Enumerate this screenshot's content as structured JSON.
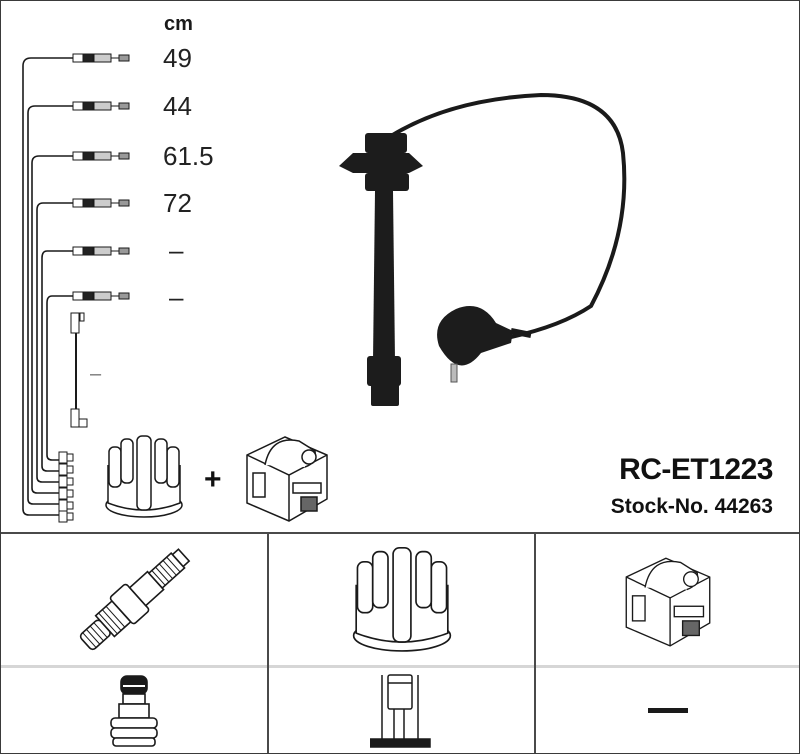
{
  "product": {
    "title": "RC-ET1223",
    "stock_label": "Stock-No. 44263"
  },
  "lengths": {
    "unit": "cm",
    "leads": [
      {
        "lead": 1,
        "value": "49"
      },
      {
        "lead": 2,
        "value": "44"
      },
      {
        "lead": 3,
        "value": "61.5"
      },
      {
        "lead": 4,
        "value": "72"
      },
      {
        "lead": 5,
        "value": "–"
      },
      {
        "lead": 6,
        "value": "–"
      }
    ],
    "coil_lead_value": "–"
  },
  "top_figure": {
    "plus_sign": "+",
    "items": [
      "ignition-lead-set-diagram",
      "distributor-cap",
      "ignition-coil",
      "ignition-cable-photo"
    ]
  },
  "components_grid": {
    "row1": [
      {
        "name": "spark-plug",
        "value": ""
      },
      {
        "name": "distributor-cap",
        "value": ""
      },
      {
        "name": "ignition-coil",
        "value": ""
      }
    ],
    "row2": [
      {
        "name": "spark-plug-connector",
        "value": ""
      },
      {
        "name": "distributor-cap-connector",
        "value": ""
      },
      {
        "name": "ignition-coil-connector",
        "value": "–"
      }
    ]
  },
  "colors": {
    "line": "#1a1a1a",
    "border": "#4a4a4a",
    "row_divider": "#d6d6d6",
    "background": "#ffffff"
  }
}
